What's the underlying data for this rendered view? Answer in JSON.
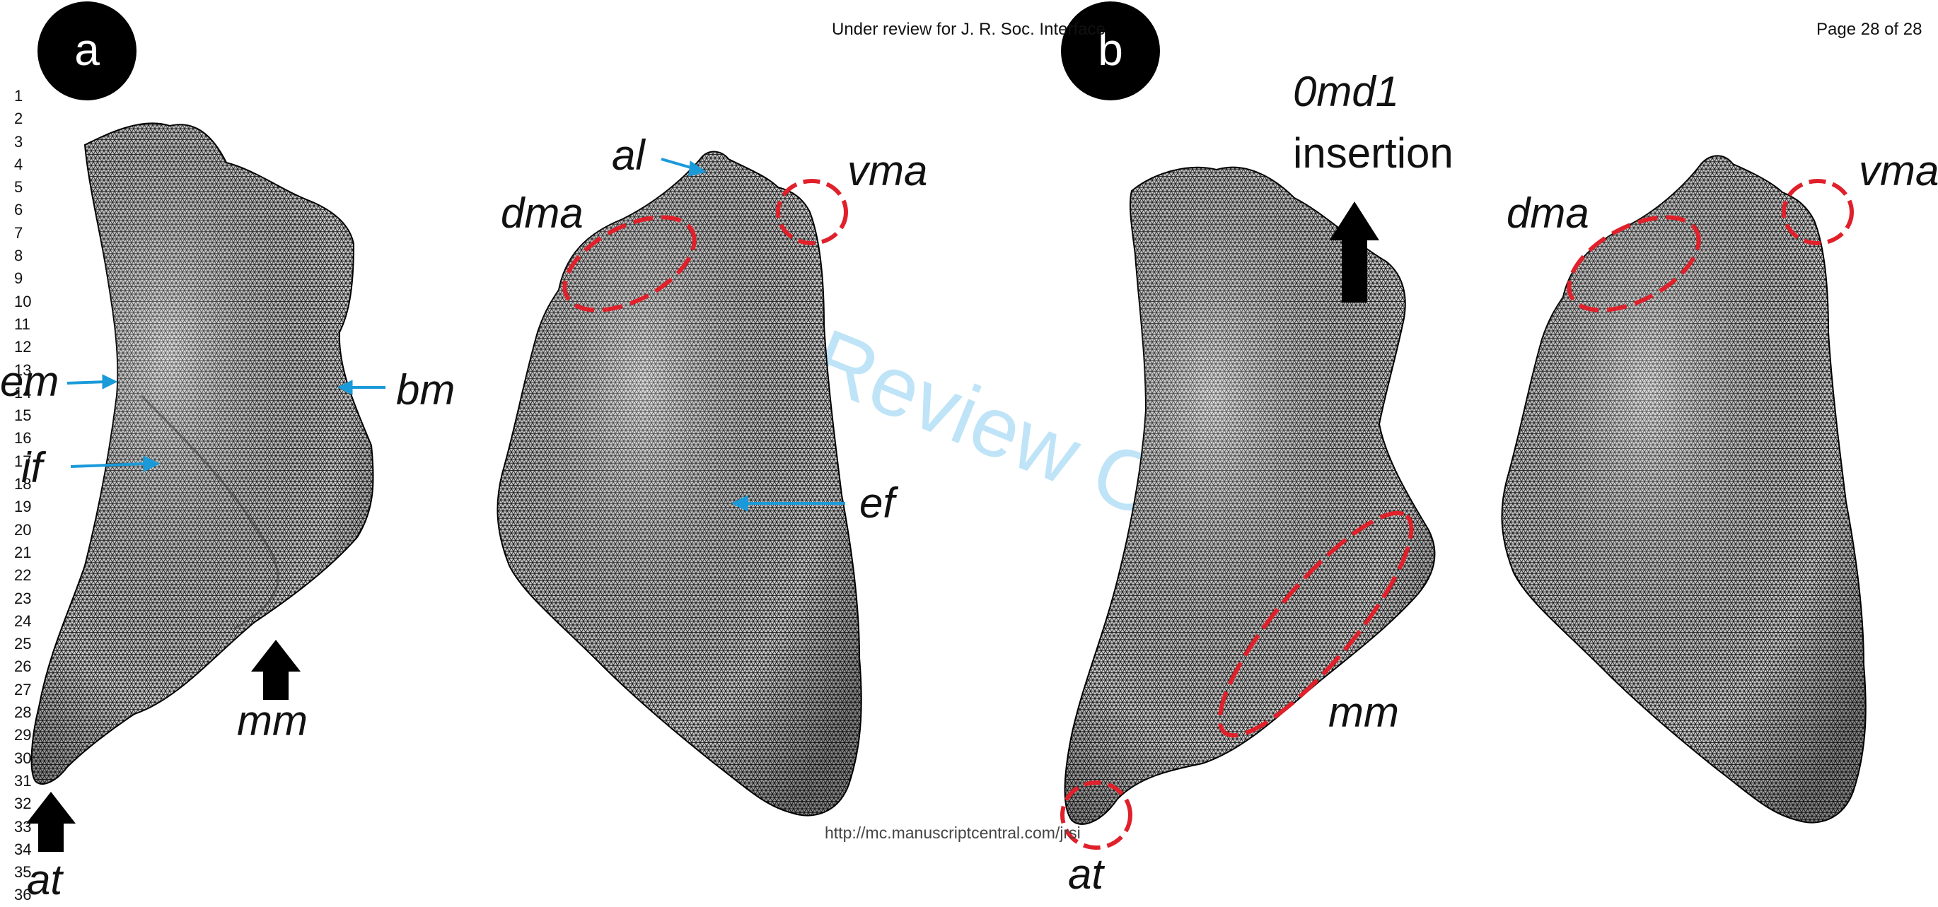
{
  "header": {
    "journal": "Under review for J. R. Soc. Interface",
    "page": "Page 28 of 28"
  },
  "footer": {
    "url": "http://mc.manuscriptcentral.com/jrsi"
  },
  "watermark": "Review O",
  "line_numbers": [
    "1",
    "2",
    "3",
    "4",
    "5",
    "6",
    "7",
    "8",
    "9",
    "10",
    "11",
    "12",
    "13",
    "14",
    "15",
    "16",
    "17",
    "18",
    "19",
    "20",
    "21",
    "22",
    "23",
    "24",
    "25",
    "26",
    "27",
    "28",
    "29",
    "30",
    "31",
    "32",
    "33",
    "34",
    "35",
    "36"
  ],
  "figure": {
    "panels": {
      "a": {
        "badge": "a",
        "labels": {
          "em": "em",
          "bm": "bm",
          "if": "if",
          "mm": "mm",
          "at": "at",
          "al": "al",
          "dma": "dma",
          "vma": "vma",
          "ef": "ef"
        }
      },
      "b": {
        "badge": "b",
        "labels": {
          "insertion_line1": "0md1",
          "insertion_line2": "insertion",
          "dma": "dma",
          "vma": "vma",
          "mm": "mm",
          "at": "at"
        }
      }
    },
    "colors": {
      "arrow_blue": "#1a9ad9",
      "highlight_red": "#e0202a",
      "mesh_fill": "#cfcfcf",
      "mesh_line": "#1a1a1a",
      "watermark": "#bfe4f7",
      "badge_bg": "#000000",
      "badge_text": "#ffffff"
    }
  }
}
